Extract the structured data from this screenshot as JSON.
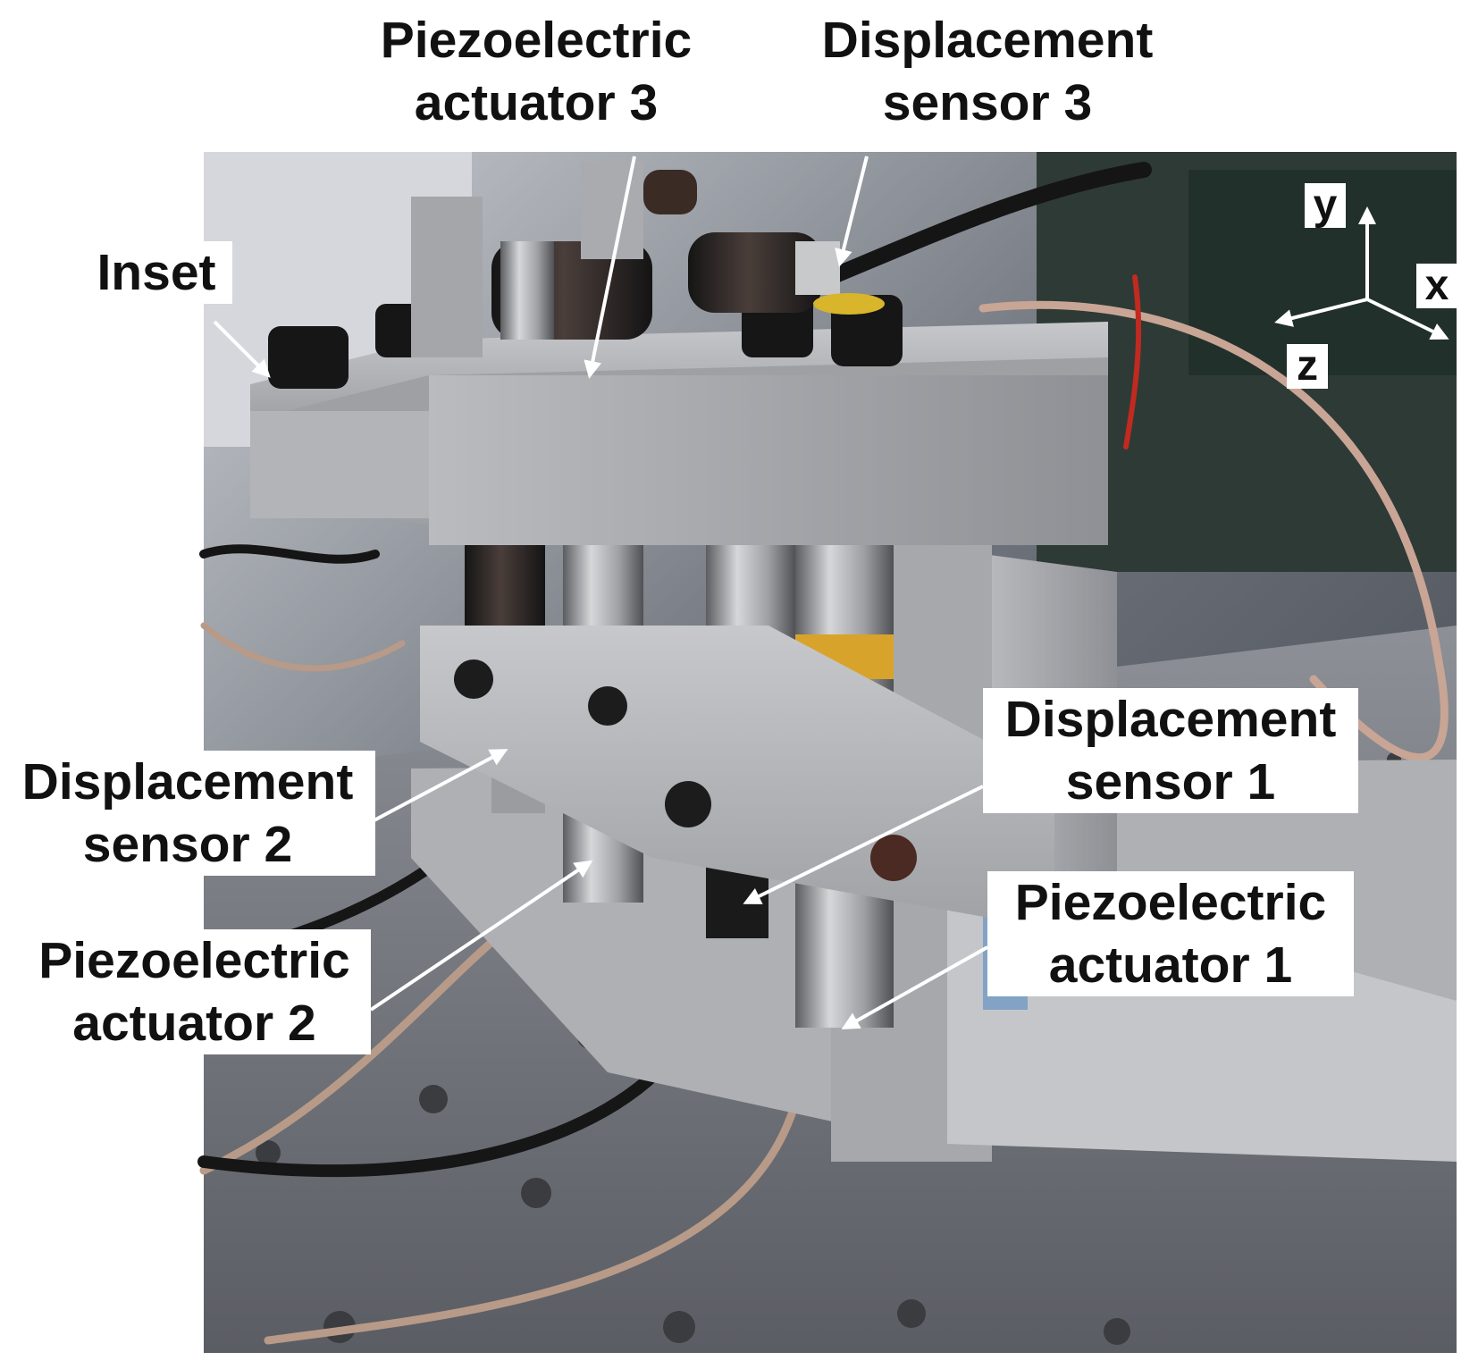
{
  "figure": {
    "labels": {
      "piezo3": {
        "line1": "Piezoelectric",
        "line2": "actuator 3"
      },
      "sensor3": {
        "line1": "Displacement",
        "line2": "sensor 3"
      },
      "inset": {
        "line1": "Inset"
      },
      "sensor2": {
        "line1": "Displacement",
        "line2": "sensor 2"
      },
      "piezo2": {
        "line1": "Piezoelectric",
        "line2": "actuator 2"
      },
      "sensor1": {
        "line1": "Displacement",
        "line2": "sensor 1"
      },
      "piezo1": {
        "line1": "Piezoelectric",
        "line2": "actuator 1"
      }
    },
    "axes": {
      "y": "y",
      "x": "x",
      "z": "z"
    }
  }
}
